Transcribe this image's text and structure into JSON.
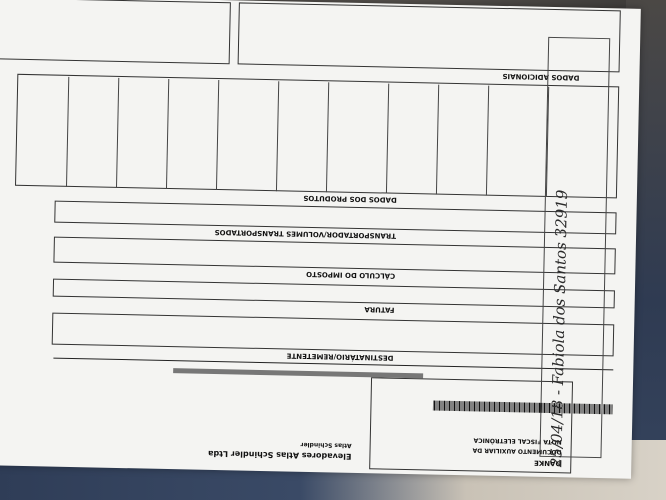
{
  "scene": {
    "description_tags": [
      "printed-invoice",
      "upside-down-document",
      "handwritten-note"
    ]
  },
  "document": {
    "brand": "DANKE",
    "header_lines": [
      "DOCUMENTO AUXILIAR DA",
      "NOTA FISCAL ELETRÔNICA"
    ],
    "sender_name": "Elevadores Atlas Schindler Ltda",
    "company_short": "Atlas Schindler",
    "sections": [
      "DADOS ADICIONAIS",
      "DADOS DOS PRODUTOS",
      "TRANSPORTADOR/VOLUMES TRANSPORTADOS",
      "CÁLCULO DO IMPOSTO",
      "FATURA",
      "DESTINATÁRIO/REMETENTE"
    ]
  },
  "handwritten": {
    "text": "25/04/18 - Fabiola dos Santos 32919"
  }
}
